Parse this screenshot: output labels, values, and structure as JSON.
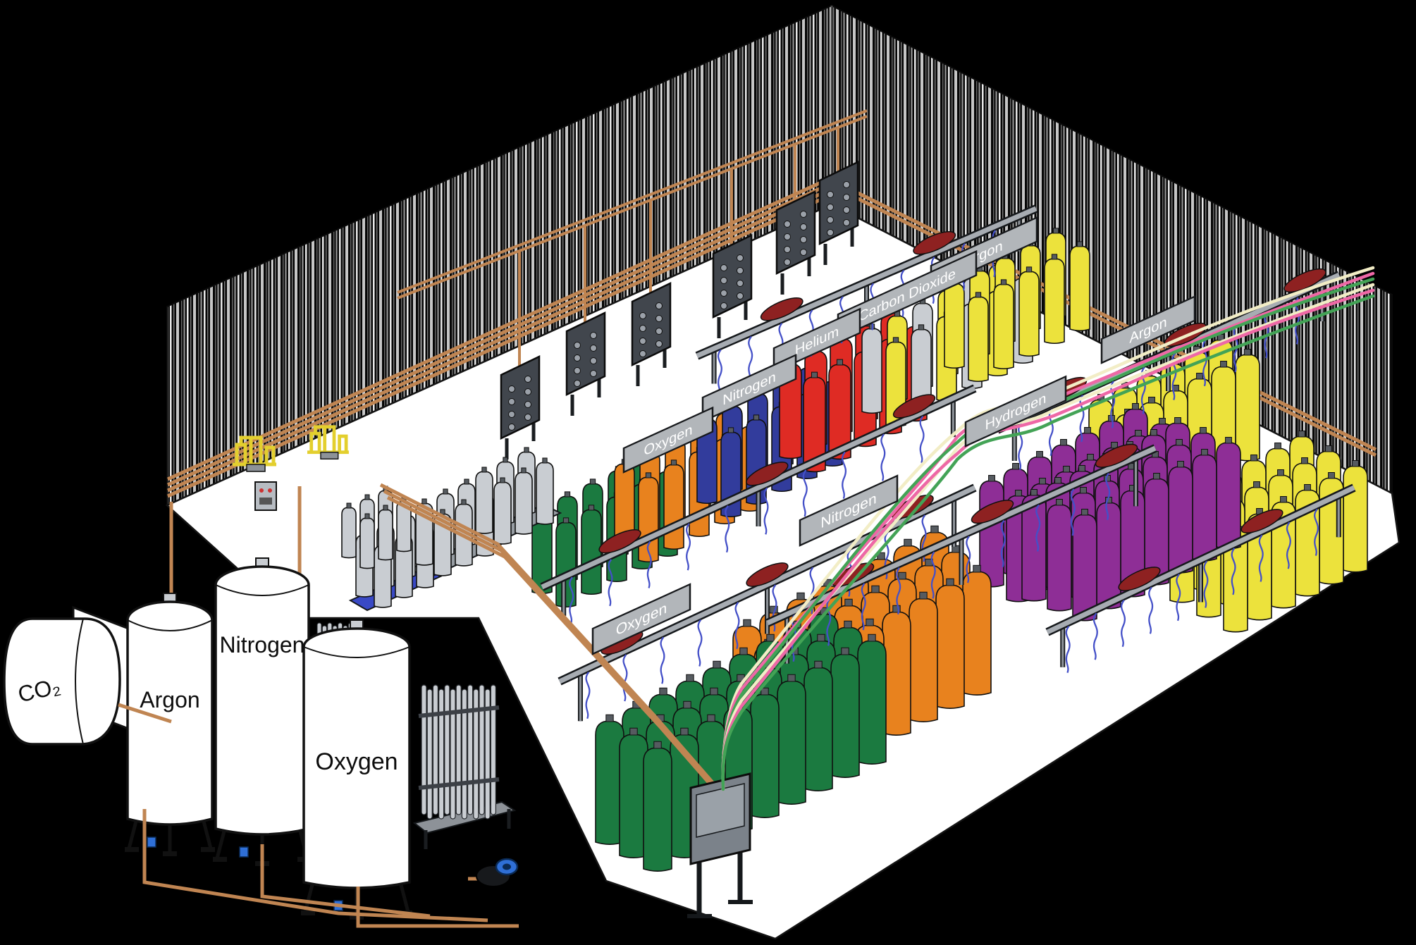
{
  "scene": {
    "title": "Industrial gas cylinder filling plant (isometric illustration)"
  },
  "colors": {
    "background": "#000000",
    "floor": "#ffffff",
    "copper": "#c08552",
    "sign_board": "#b2b6ba",
    "sign_text": "#ffffff",
    "rail": "#a7acb2",
    "manifold_tank_red": "#8e2121",
    "panel_dark": "#41464d",
    "cylinder_green": "#1b7a40",
    "cylinder_orange": "#e8821e",
    "cylinder_blue": "#323c9c",
    "cylinder_red": "#df2b24",
    "cylinder_yellow": "#ece23c",
    "cylinder_purple": "#8e2e96",
    "cylinder_gray": "#c9cdd2",
    "tank_white": "#ffffff",
    "hose_blue": "#4450c8",
    "hose_pink": "#ee68a6",
    "hose_cream": "#f2edc6",
    "hose_green": "#43a356",
    "yellow_pipe": "#e3cf2e",
    "pump_blue": "#2f6fd6"
  },
  "rack_signs": [
    {
      "id": "argon-top",
      "label": "Argon"
    },
    {
      "id": "carbon-dioxide",
      "label": "Carbon Dioxide"
    },
    {
      "id": "helium",
      "label": "Helium"
    },
    {
      "id": "nitrogen-middle",
      "label": "Nitrogen"
    },
    {
      "id": "oxygen-middle",
      "label": "Oxygen"
    },
    {
      "id": "argon-right",
      "label": "Argon"
    },
    {
      "id": "hydrogen",
      "label": "Hydrogen"
    },
    {
      "id": "nitrogen-front",
      "label": "Nitrogen"
    },
    {
      "id": "oxygen-front",
      "label": "Oxygen"
    }
  ],
  "storage_tanks": [
    {
      "id": "co2-bulk-tank",
      "label": "CO₂"
    },
    {
      "id": "argon-bulk-tank",
      "label": "Argon"
    },
    {
      "id": "nitrogen-bulk-tank",
      "label": "Nitrogen"
    },
    {
      "id": "oxygen-bulk-tank",
      "label": "Oxygen"
    }
  ]
}
